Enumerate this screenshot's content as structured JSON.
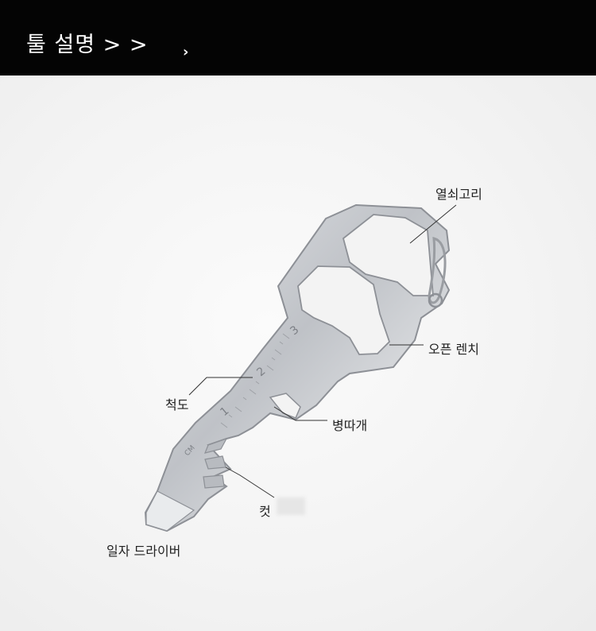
{
  "header": {
    "title": "툴 설명 > >",
    "chevron": "›"
  },
  "labels": {
    "keyring": "열쇠고리",
    "wrench": "오픈 렌치",
    "ruler": "척도",
    "bottle_opener": "병따개",
    "cutter": "컷",
    "screwdriver": "일자 드라이버"
  },
  "ruler_marks": {
    "unit": "CM",
    "one": "1",
    "two": "2",
    "three": "3"
  },
  "colors": {
    "header_bg": "#040404",
    "tool_metal": "#c9ccd0",
    "tool_edge": "#8d9096"
  }
}
